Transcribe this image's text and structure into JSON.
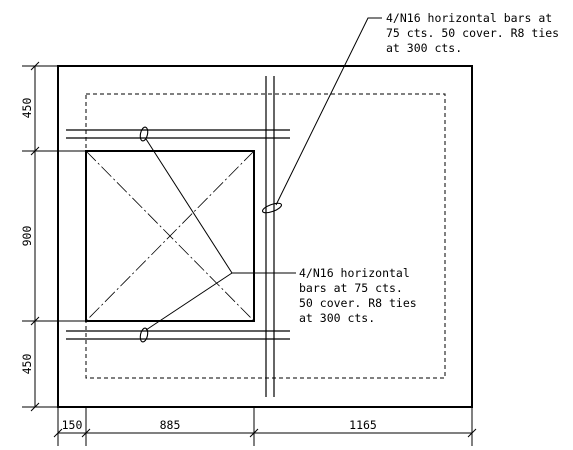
{
  "colors": {
    "line": "#000000",
    "background": "#ffffff"
  },
  "annotations": {
    "top_right": {
      "line1": "4/N16 horizontal bars at",
      "line2": "75 cts. 50 cover. R8 ties",
      "line3": "at 300 cts."
    },
    "middle_right": {
      "line1": "4/N16 horizontal",
      "line2": "bars at 75 cts.",
      "line3": "50 cover. R8 ties",
      "line4": "at 300 cts."
    }
  },
  "dimensions": {
    "left": {
      "top": "450",
      "middle": "900",
      "bottom": "450"
    },
    "bottom": {
      "left": "150",
      "middle": "885",
      "right": "1165"
    }
  }
}
